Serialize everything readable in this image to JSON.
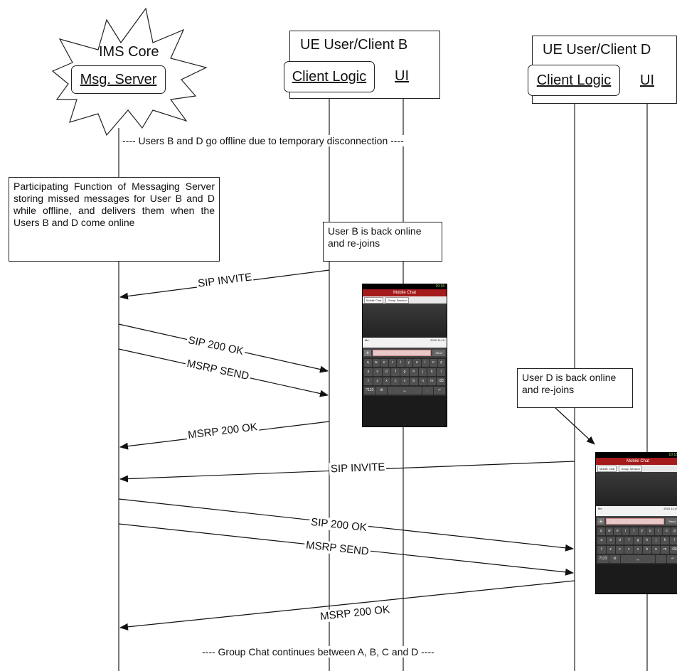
{
  "actors": {
    "ims": {
      "title": "IMS Core",
      "inner": "Msg. Server"
    },
    "client_b": {
      "title": "UE User/Client B",
      "logic": "Client Logic",
      "ui": "UI"
    },
    "client_d": {
      "title": "UE User/Client D",
      "logic": "Client Logic",
      "ui": "UI"
    }
  },
  "banners": {
    "offline": "---- Users B and D go offline due to temporary disconnection ----",
    "continues": "---- Group Chat continues between A, B, C and D ----"
  },
  "notes": {
    "participating": "Participating Function of Messaging Server storing missed messages for User B and D while offline, and delivers them when the Users B and D come online",
    "user_b": "User B is back online and re-joins",
    "user_d": "User D is back online and re-joins"
  },
  "messages": [
    {
      "label": "SIP INVITE"
    },
    {
      "label": "SIP 200 OK"
    },
    {
      "label": "MSRP SEND"
    },
    {
      "label": "MSRP 200 OK"
    },
    {
      "label": "SIP INVITE"
    },
    {
      "label": "SIP 200 OK"
    },
    {
      "label": "MSRP SEND"
    },
    {
      "label": "MSRP 200 OK"
    }
  ],
  "phone": {
    "status": "10:18",
    "title": "Mobile Chat",
    "tabs": [
      "Mobile Chat",
      "Group Session"
    ],
    "msg_sender": "Me",
    "msg_time": "2010 11:19",
    "send": "Send",
    "keys": [
      [
        "q",
        "w",
        "e",
        "r",
        "t",
        "y",
        "u",
        "i",
        "o",
        "p"
      ],
      [
        "a",
        "s",
        "d",
        "f",
        "g",
        "h",
        "j",
        "k",
        "l"
      ],
      [
        "⇧",
        "z",
        "x",
        "c",
        "v",
        "b",
        "n",
        "m",
        "⌫"
      ],
      [
        "?123",
        "⚙",
        "␣",
        ".",
        "↵"
      ]
    ]
  },
  "colors": {
    "ink": "#222222",
    "phone_accent": "#a51a1a"
  }
}
